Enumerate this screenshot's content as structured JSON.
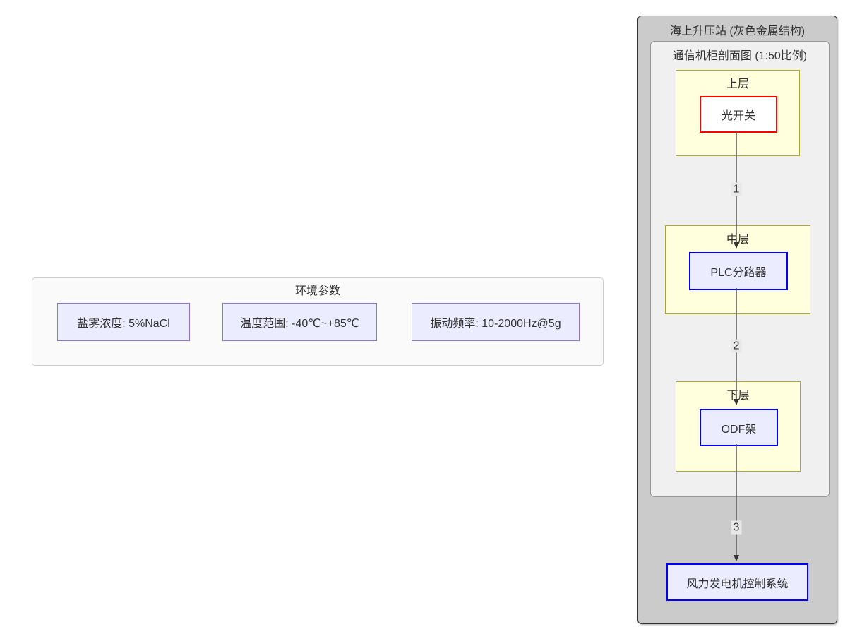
{
  "env": {
    "title": "环境参数",
    "items": [
      {
        "label": "盐雾浓度: 5%NaCl"
      },
      {
        "label": "温度范围: -40℃~+85℃"
      },
      {
        "label": "振动频率: 10-2000Hz@5g"
      }
    ]
  },
  "station": {
    "title": "海上升压站 (灰色金属结构)",
    "cabinet": {
      "title": "通信机柜剖面图 (1:50比例)",
      "layers": [
        {
          "name": "上层",
          "component": "光开关"
        },
        {
          "name": "中层",
          "component": "PLC分路器"
        },
        {
          "name": "下层",
          "component": "ODF架"
        }
      ]
    },
    "external": {
      "label": "风力发电机控制系统"
    },
    "edges": [
      {
        "label": "1"
      },
      {
        "label": "2"
      },
      {
        "label": "3"
      }
    ]
  },
  "colors": {
    "station_fill": "#cbcbcb",
    "station_border": "#333333",
    "cabinet_fill": "#f0f0f0",
    "cabinet_border": "#999999",
    "layer_fill": "#ffffde",
    "layer_border": "#aaaa33",
    "node_fill": "#ececff",
    "node_border_blue": "#0000ff",
    "node_border_red": "#ff0000",
    "env_fill": "#fafafa",
    "env_border": "#cccccc",
    "env_item_fill": "#ececff",
    "env_item_border": "#9370db",
    "edge_stroke": "#555555",
    "edge_arrowhead": "#333333",
    "edge_label_bg": "#e8e8e8",
    "text": "#333333"
  }
}
